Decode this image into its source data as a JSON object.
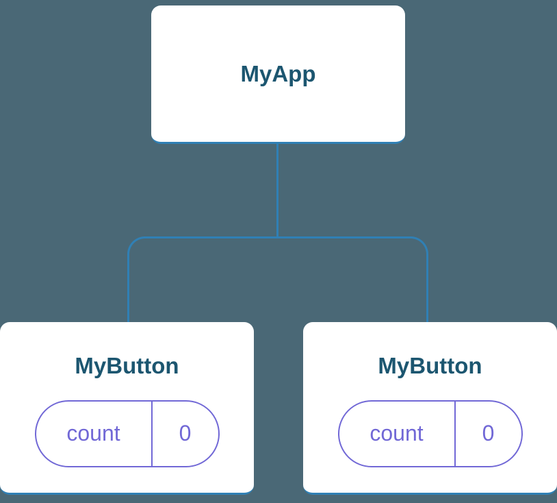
{
  "diagram": {
    "root": {
      "title": "MyApp"
    },
    "children": [
      {
        "title": "MyButton",
        "state": {
          "key": "count",
          "value": "0"
        }
      },
      {
        "title": "MyButton",
        "state": {
          "key": "count",
          "value": "0"
        }
      }
    ]
  },
  "colors": {
    "background": "#4a6876",
    "card_background": "#ffffff",
    "connector_blue": "#3080b5",
    "title_text": "#1c5670",
    "state_purple": "#7168d6"
  }
}
